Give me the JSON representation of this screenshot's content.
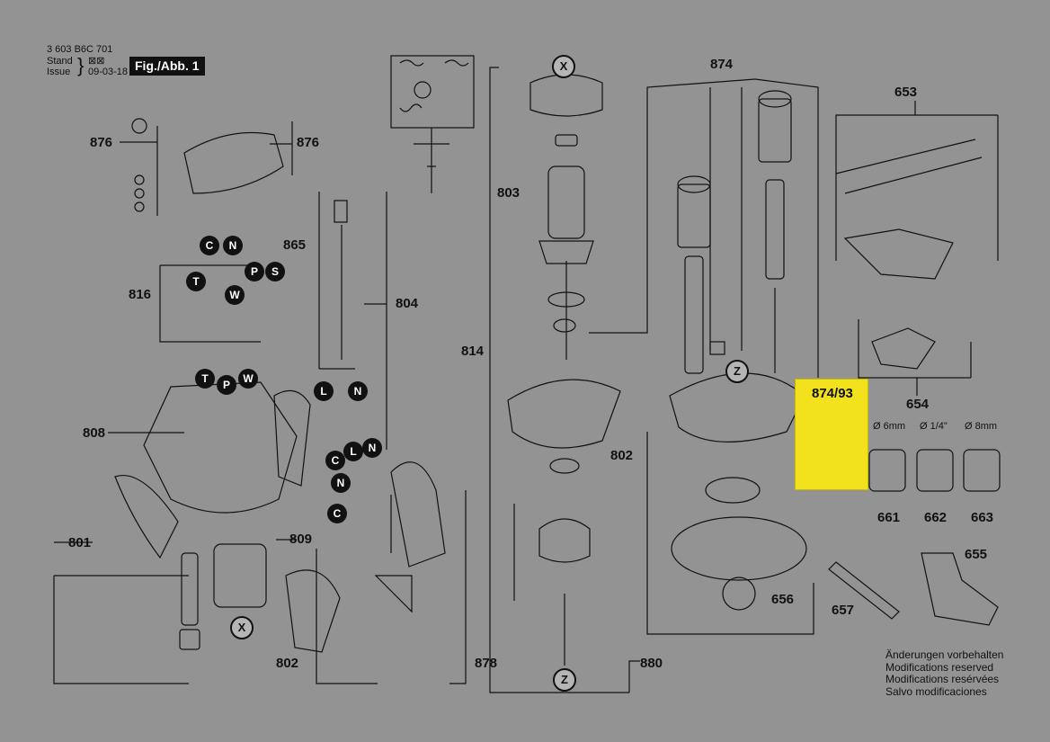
{
  "header": {
    "doc_number": "3 603 B6C 701",
    "stand_label": "Stand",
    "issue_label": "Issue",
    "issue_date": "09-03-18",
    "figure_tag": "Fig./Abb. 1"
  },
  "part_labels": {
    "p876a": "876",
    "p876b": "876",
    "p865": "865",
    "p816": "816",
    "p804": "804",
    "p808": "808",
    "p801": "801",
    "p809": "809",
    "p802a": "802",
    "p878": "878",
    "p803": "803",
    "p814": "814",
    "p802b": "802",
    "p880": "880",
    "p874": "874",
    "p653": "653",
    "p654": "654",
    "p874_93": "874/93",
    "p661": "661",
    "p662": "662",
    "p663": "663",
    "p655": "655",
    "p656": "656",
    "p657": "657"
  },
  "bit_sizes": [
    "Ø 6mm",
    "Ø 1/4\"",
    "Ø 8mm"
  ],
  "markers": {
    "C": "C",
    "N": "N",
    "P": "P",
    "S": "S",
    "T": "T",
    "W": "W",
    "L": "L",
    "X": "X",
    "Z": "Z"
  },
  "notes": [
    "Änderungen vorbehalten",
    "Modifications reserved",
    "Modifications resérvées",
    "Salvo modificaciones"
  ],
  "colors": {
    "background": "#939393",
    "highlight": "#f2e21e",
    "ink": "#111111"
  }
}
